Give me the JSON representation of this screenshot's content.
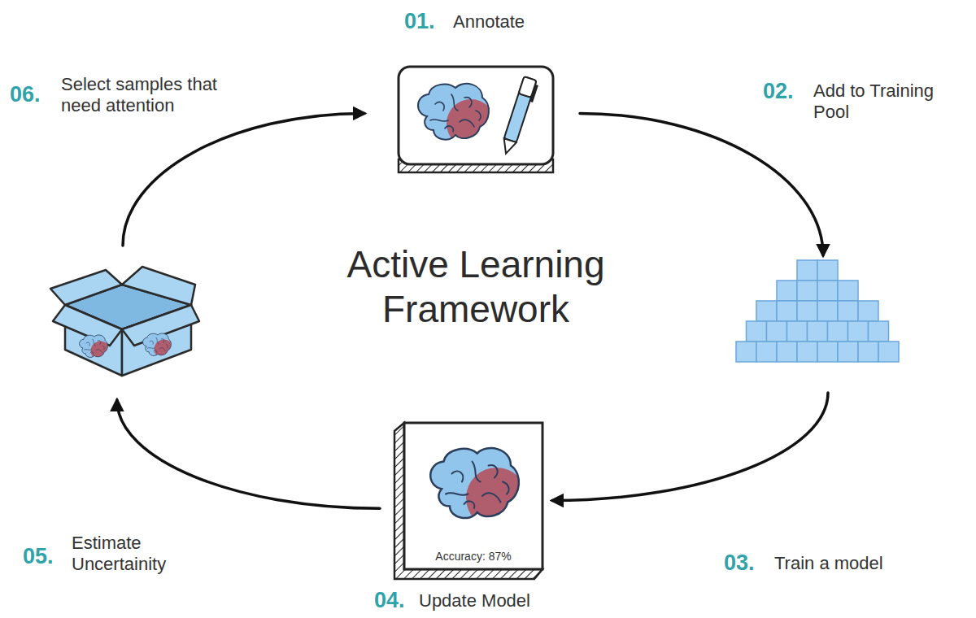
{
  "diagram": {
    "title": "Active Learning Framework",
    "nodes": [
      {
        "text": [
          "01.",
          "Annotate"
        ]
      },
      {
        "text": [
          "02.",
          "Add to Training Pool"
        ]
      },
      {
        "text": [
          "Accuracy: 87%",
          "04.",
          "Update Model"
        ]
      },
      {
        "text": [
          "06.",
          "Select samples that need attention"
        ]
      }
    ],
    "edges": [
      {
        "from": 0,
        "to": 1,
        "arrow": "to"
      },
      {
        "from": 1,
        "to": 2,
        "arrow": "to"
      },
      {
        "from": 2,
        "to": 3,
        "arrow": "to"
      },
      {
        "from": 3,
        "to": 0,
        "arrow": "to"
      }
    ],
    "labels": [
      "03.",
      "Train a model",
      "05.",
      "Estimate Uncertainity"
    ]
  }
}
